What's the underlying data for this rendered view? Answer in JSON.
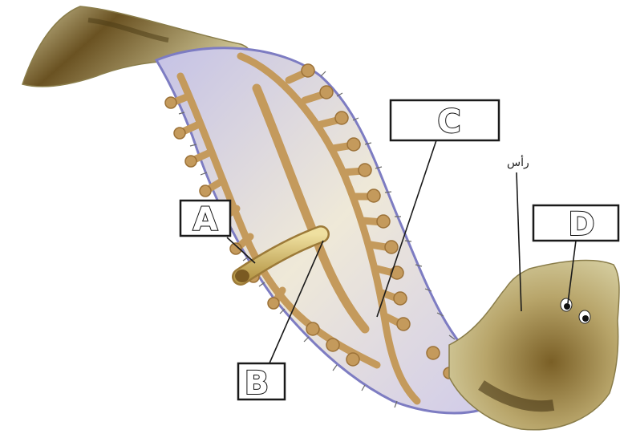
{
  "figure": {
    "subject": "planarian",
    "labels": {
      "A": "A",
      "B": "B",
      "C": "C",
      "D": "D"
    },
    "head_text": "رأس",
    "colors": {
      "body_outer": "#c9bf8c",
      "body_dark": "#5a4a1e",
      "body_inner": "#d9d4ea",
      "gut": "#c49a5c",
      "gut_dark": "#9c7238",
      "pharynx": "#d8c27a",
      "cilia": "#6b6b6b"
    }
  }
}
